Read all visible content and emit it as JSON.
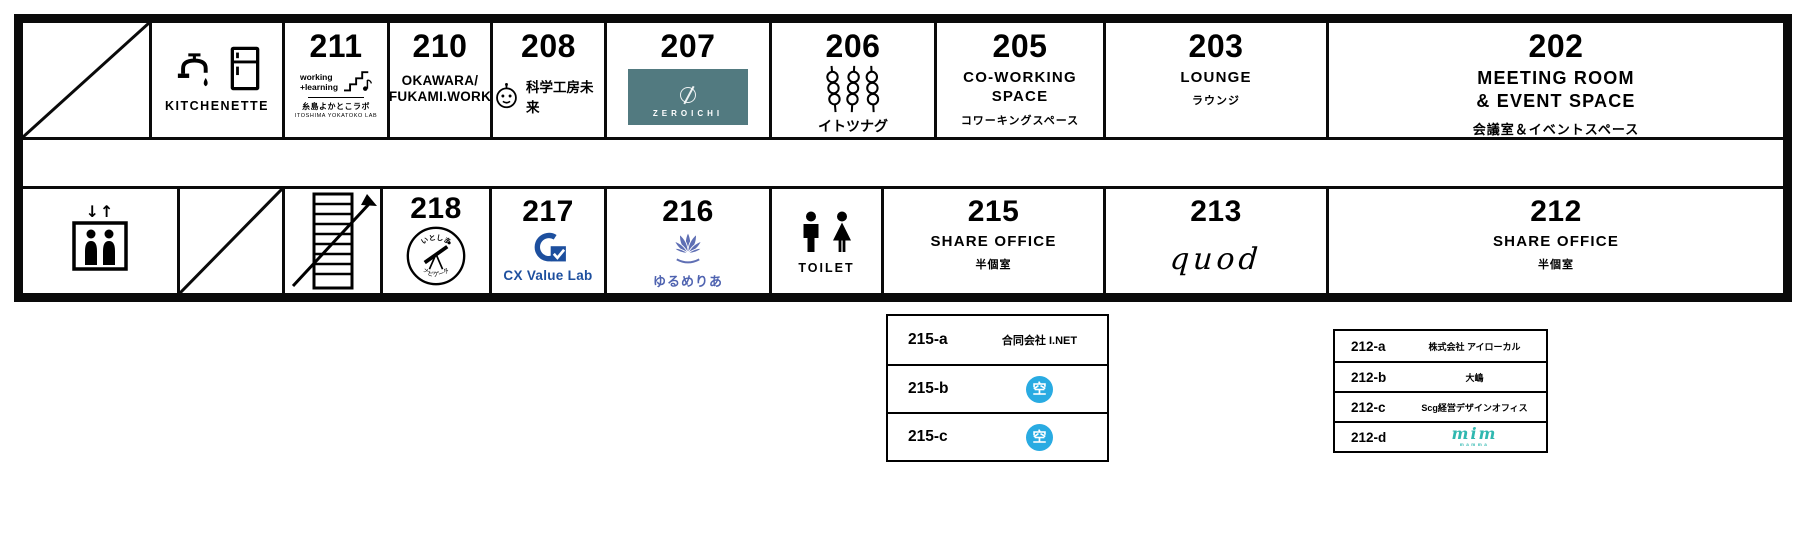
{
  "labels": {
    "vacant": "空"
  },
  "cells": {
    "kitchenette": {
      "label": "KITCHENETTE"
    },
    "r211": {
      "number": "211",
      "tag1": "working",
      "tag2": "+learning",
      "sub_jp": "糸島よかとこラボ",
      "sub_en": "ITOSHIMA YOKATOKO LAB"
    },
    "r210": {
      "number": "210",
      "name1": "OKAWARA/",
      "name2": "FUKAMI.WORK"
    },
    "r208": {
      "number": "208",
      "tenant": "科学工房未来"
    },
    "r207": {
      "number": "207",
      "logo_text": "ZEROICHI"
    },
    "r206": {
      "number": "206",
      "tenant": "イトツナグ"
    },
    "r205": {
      "number": "205",
      "name1": "CO-WORKING",
      "name2": "SPACE",
      "sub": "コワーキングスペース"
    },
    "r203": {
      "number": "203",
      "name": "LOUNGE",
      "sub": "ラウンジ"
    },
    "r202": {
      "number": "202",
      "name1": "MEETING ROOM",
      "name2": "& EVENT SPACE",
      "sub": "会議室＆イベントスペース"
    },
    "elevator": {
      "arrows": "↓↑"
    },
    "r218": {
      "number": "218",
      "stamp_top": "いとしま",
      "stamp_bottom": "ナビゲータ"
    },
    "r217": {
      "number": "217",
      "logo_text": "CX Value Lab"
    },
    "r216": {
      "number": "216",
      "tenant": "ゆるめりあ"
    },
    "toilet": {
      "label": "TOILET"
    },
    "r215": {
      "number": "215",
      "name": "SHARE OFFICE",
      "sub": "半個室"
    },
    "r213": {
      "number": "213",
      "logo_text": "quod"
    },
    "r212": {
      "number": "212",
      "name": "SHARE OFFICE",
      "sub": "半個室"
    }
  },
  "tables": {
    "t215": {
      "rows": [
        {
          "id": "215-a",
          "tenant": "合同会社 I.NET",
          "vacant": false
        },
        {
          "id": "215-b",
          "tenant": "",
          "vacant": true
        },
        {
          "id": "215-c",
          "tenant": "",
          "vacant": true
        }
      ]
    },
    "t212": {
      "rows": [
        {
          "id": "212-a",
          "tenant": "株式会社 アイローカル"
        },
        {
          "id": "212-b",
          "tenant": "大嶋"
        },
        {
          "id": "212-c",
          "tenant": "Scg経営デザインオフィス"
        },
        {
          "id": "212-d",
          "tenant": "mim",
          "caption": "mamma"
        }
      ]
    }
  },
  "colors": {
    "zeroichi_teal": "#527a80",
    "vacant_blue": "#29abe2",
    "cx_blue": "#1d4f9e",
    "lotus_blue": "#5f6fb4",
    "mim_teal": "#2fb8b0"
  }
}
